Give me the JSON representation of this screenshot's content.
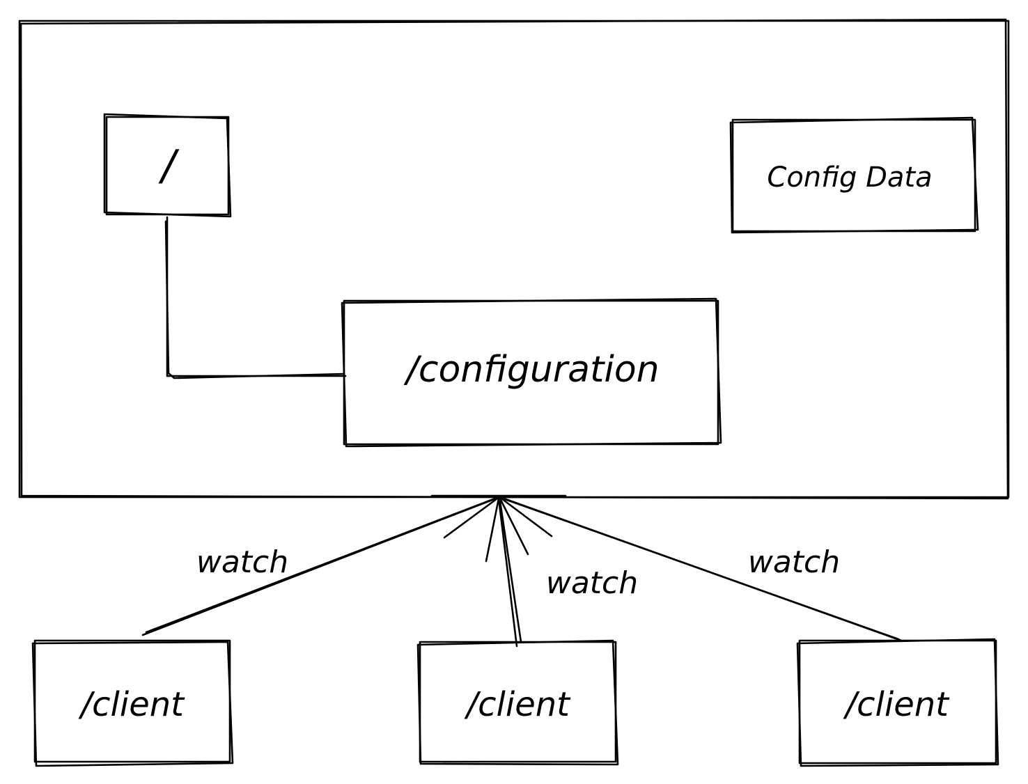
{
  "colors": {
    "background": "#ffffff",
    "ink": "#000000"
  },
  "nodes": {
    "root": {
      "label": "/"
    },
    "config_data": {
      "label": "Config Data"
    },
    "configuration": {
      "label": "/configuration"
    },
    "client_1": {
      "label": "/client"
    },
    "client_2": {
      "label": "/client"
    },
    "client_3": {
      "label": "/client"
    }
  },
  "edges": {
    "watch_1": {
      "label": "watch"
    },
    "watch_2": {
      "label": "watch"
    },
    "watch_3": {
      "label": "watch"
    }
  }
}
